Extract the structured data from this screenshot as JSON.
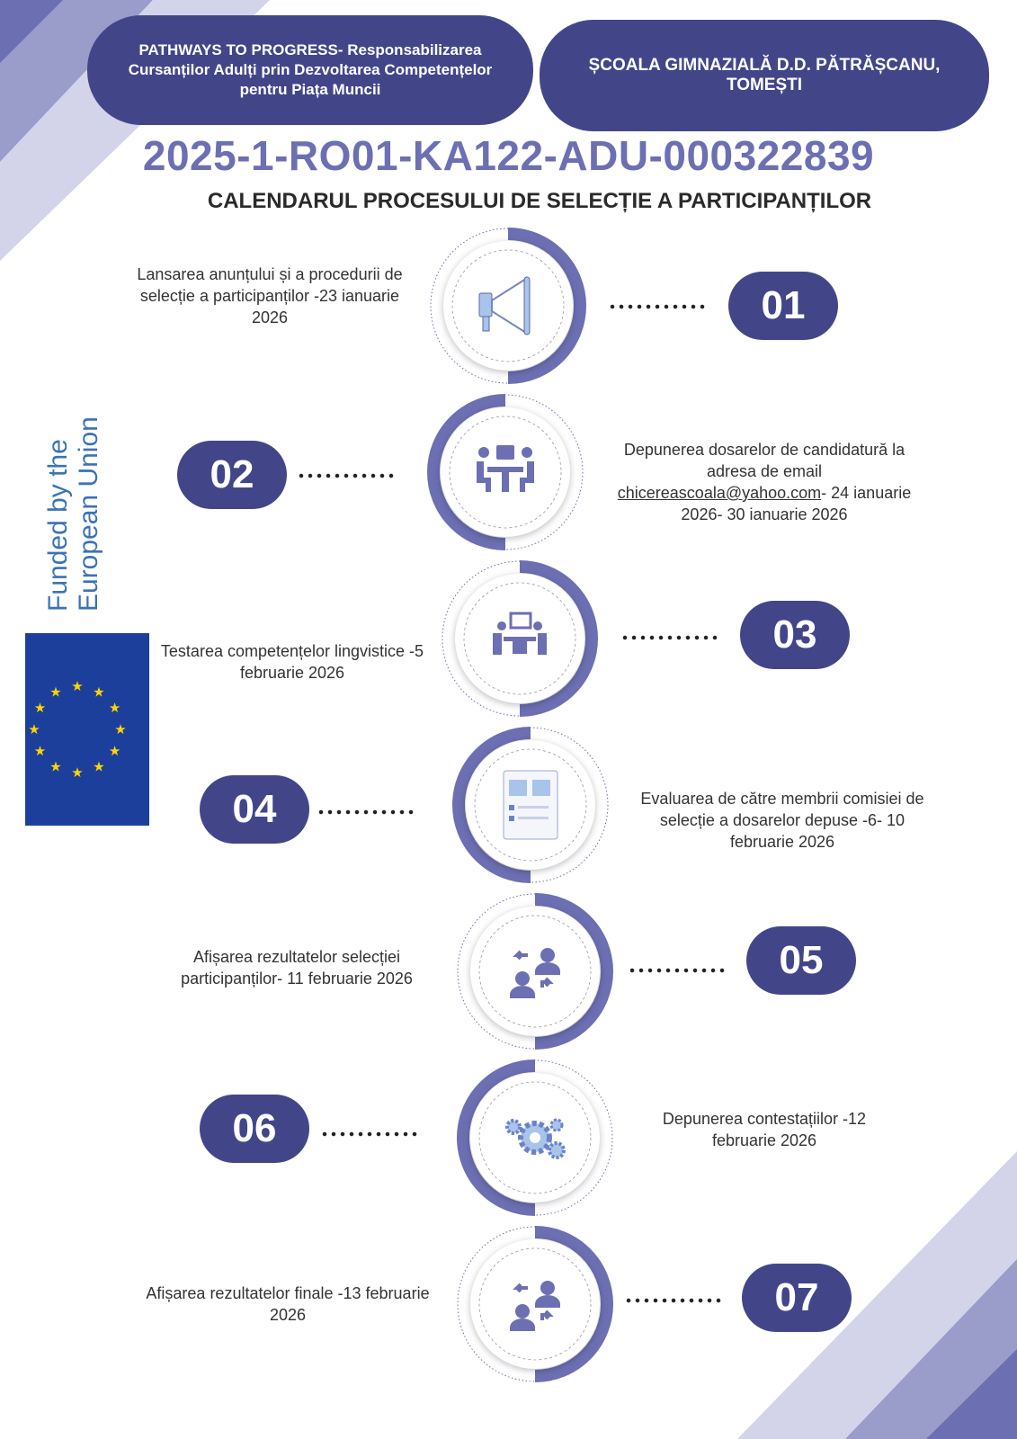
{
  "header": {
    "project_title": "PATHWAYS TO PROGRESS- Responsabilizarea Cursanților Adulți prin Dezvoltarea Competențelor pentru Piața Muncii",
    "school": "ȘCOALA GIMNAZIALĂ D.D. PĂTRĂȘCANU, TOMEȘTI",
    "project_code": "2025-1-RO01-KA122-ADU-000322839",
    "subtitle": "CALENDARUL PROCESULUI DE SELECȚIE A PARTICIPANȚILOR"
  },
  "funding": {
    "line1": "Funded by the",
    "line2": "European Union"
  },
  "colors": {
    "primary": "#424689",
    "accent": "#6c6fb2"
  },
  "steps": [
    {
      "num": "01",
      "text": "Lansarea anunțului și a procedurii de selecție a participanților -23 ianuarie 2026",
      "icon": "megaphone-icon"
    },
    {
      "num": "02",
      "text_before": "Depunerea dosarelor de candidatură la adresa de email ",
      "email": "chicereascoala@yahoo.com",
      "text_after": "- 24 ianuarie 2026- 30 ianuarie 2026",
      "icon": "meeting-icon"
    },
    {
      "num": "03",
      "text": "Testarea competențelor lingvistice -5 februarie 2026",
      "icon": "interview-icon"
    },
    {
      "num": "04",
      "text": "Evaluarea de către membrii comisiei de selecție a dosarelor depuse -6- 10 februarie 2026",
      "icon": "document-review-icon"
    },
    {
      "num": "05",
      "text": "Afișarea rezultatelor selecției participanților- 11 februarie 2026",
      "icon": "exchange-users-icon"
    },
    {
      "num": "06",
      "text": "Depunerea contestațiilor -12 februarie 2026",
      "icon": "gears-icon"
    },
    {
      "num": "07",
      "text": "Afișarea rezultatelor finale -13 februarie 2026",
      "icon": "exchange-users-icon"
    }
  ]
}
